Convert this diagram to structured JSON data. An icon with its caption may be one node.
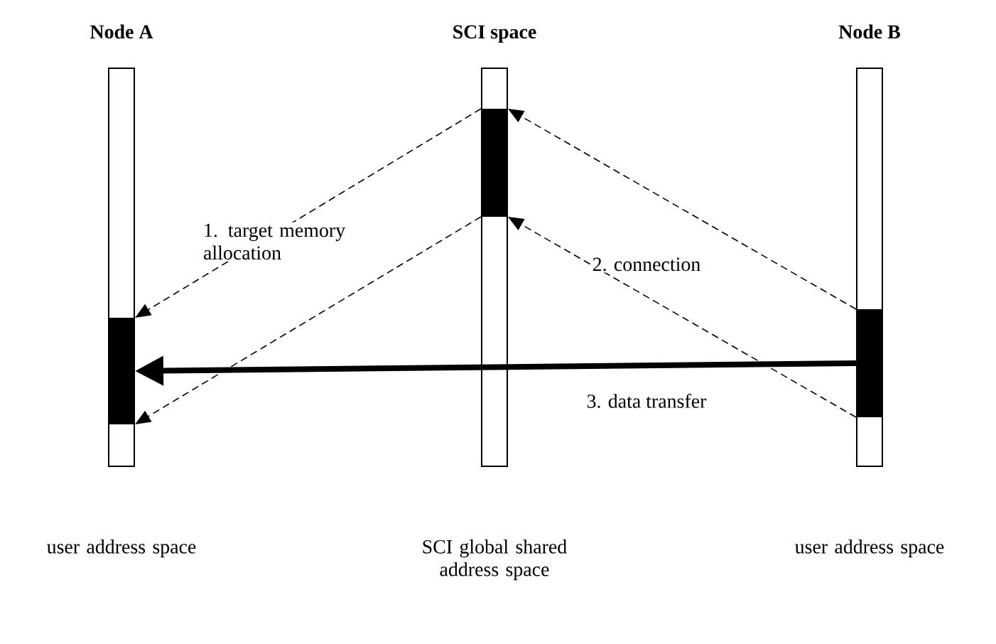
{
  "diagram": {
    "nodes": [
      {
        "text": [
          "Node A"
        ],
        "beside": [
          "user address space"
        ]
      },
      {
        "text": [
          "SCI space"
        ],
        "beside": [
          "SCI global shared address space"
        ]
      },
      {
        "text": [
          "Node B"
        ],
        "beside": [
          "user address space"
        ]
      },
      {
        "text": [],
        "shape": "bar",
        "in": 0
      },
      {
        "text": [],
        "shape": "bar",
        "in": 1
      },
      {
        "text": [],
        "shape": "bar",
        "in": 2
      }
    ],
    "edges": [
      {
        "from": 4,
        "to": 3,
        "arrow": "to",
        "style": "dashed",
        "label": "1. target memory allocation"
      },
      {
        "from": 4,
        "to": 3,
        "arrow": "to",
        "style": "dashed"
      },
      {
        "from": 5,
        "to": 4,
        "arrow": "to",
        "style": "dashed"
      },
      {
        "from": 5,
        "to": 4,
        "arrow": "to",
        "style": "dashed",
        "label": "2. connection"
      },
      {
        "from": 5,
        "to": 3,
        "arrow": "to",
        "style": "thick",
        "label": "3. data transfer"
      }
    ]
  }
}
